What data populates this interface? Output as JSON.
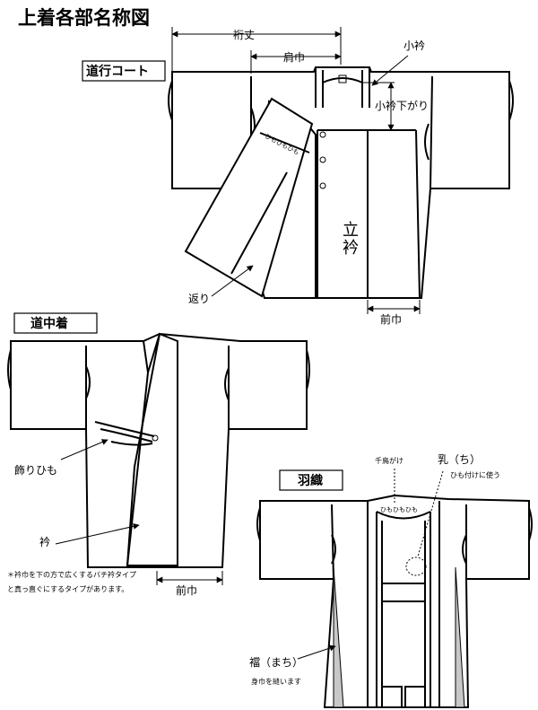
{
  "title": "上着各部名称図",
  "sections": {
    "michiyuki": {
      "name": "道行コート",
      "labels": {
        "yuki": "裄丈",
        "katahaba": "肩巾",
        "koeri": "小衿",
        "koeri_sagari": "小衿下がり",
        "tachieri_1": "立",
        "tachieri_2": "衿",
        "kaeri": "返り",
        "maehaba": "前巾"
      }
    },
    "dochugi": {
      "name": "道中着",
      "labels": {
        "kazari_himo": "飾りひも",
        "eri": "衿",
        "maehaba": "前巾",
        "note_line1": "＊衿巾を下の方で広くするバチ衿タイプ",
        "note_line2": "と真っ直ぐにするタイプがあります。"
      }
    },
    "haori": {
      "name": "羽織",
      "labels": {
        "chidori": "千鳥がけ",
        "chi": "乳（ち）",
        "chi_note": "ひも付けに使う",
        "machi": "襠（まち）",
        "machi_note": "身巾を縫います"
      }
    }
  },
  "colors": {
    "line": "#000000",
    "machi_fill": "#c8c8c8",
    "background": "#ffffff"
  }
}
